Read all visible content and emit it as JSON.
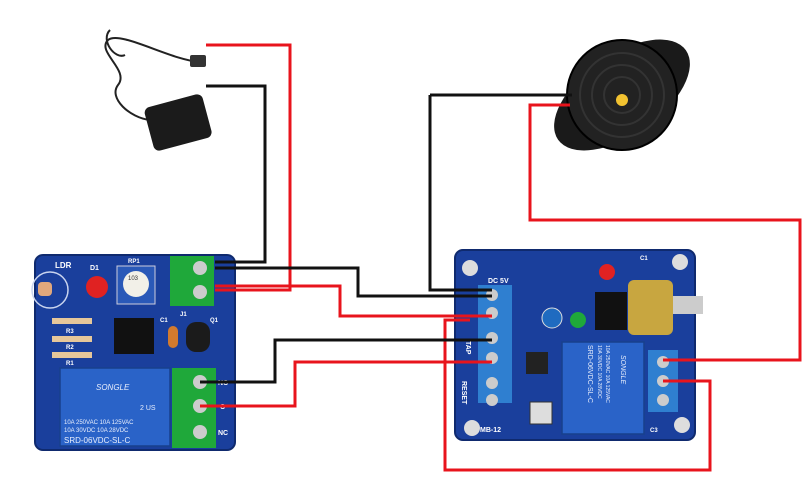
{
  "colors": {
    "pcb": "#1a3f9c",
    "relay": "#2a63c8",
    "terminal_green": "#1fa83a",
    "terminal_blue": "#2f7fd0",
    "wire_red": "#e8141c",
    "wire_black": "#111111",
    "buzzer": "#1c1c1c"
  },
  "left_board": {
    "ldr_label": "LDR",
    "led_label": "D1",
    "pot_label": "RP1",
    "pot_value": "103",
    "terminal_label": "J1",
    "cap_label": "C1",
    "transistor_label": "Q1",
    "resistors": [
      "R3",
      "R2",
      "R1"
    ],
    "output_labels": [
      "NO",
      "C",
      "NC"
    ],
    "relay": {
      "brand": "SONGLE",
      "line1": "10A 250VAC  10A 125VAC",
      "line2": "10A  30VDC  10A  28VDC",
      "model": "SRD-06VDC-SL-C",
      "cert": "2 US"
    }
  },
  "right_board": {
    "power_label": "DC 5V",
    "tap_label": "TAP",
    "reset_label": "RESET",
    "board_label": "MB-12",
    "cap_label": "C3",
    "cap2_label": "C1",
    "relay": {
      "brand": "SONGLE",
      "line1": "10A 250VAC  10A 125VAC",
      "line2": "10A  30VDC  10A  28VDC",
      "model": "SRD-06VDC-SL-C"
    }
  },
  "icons": [
    "power-adapter-icon",
    "buzzer-icon"
  ]
}
